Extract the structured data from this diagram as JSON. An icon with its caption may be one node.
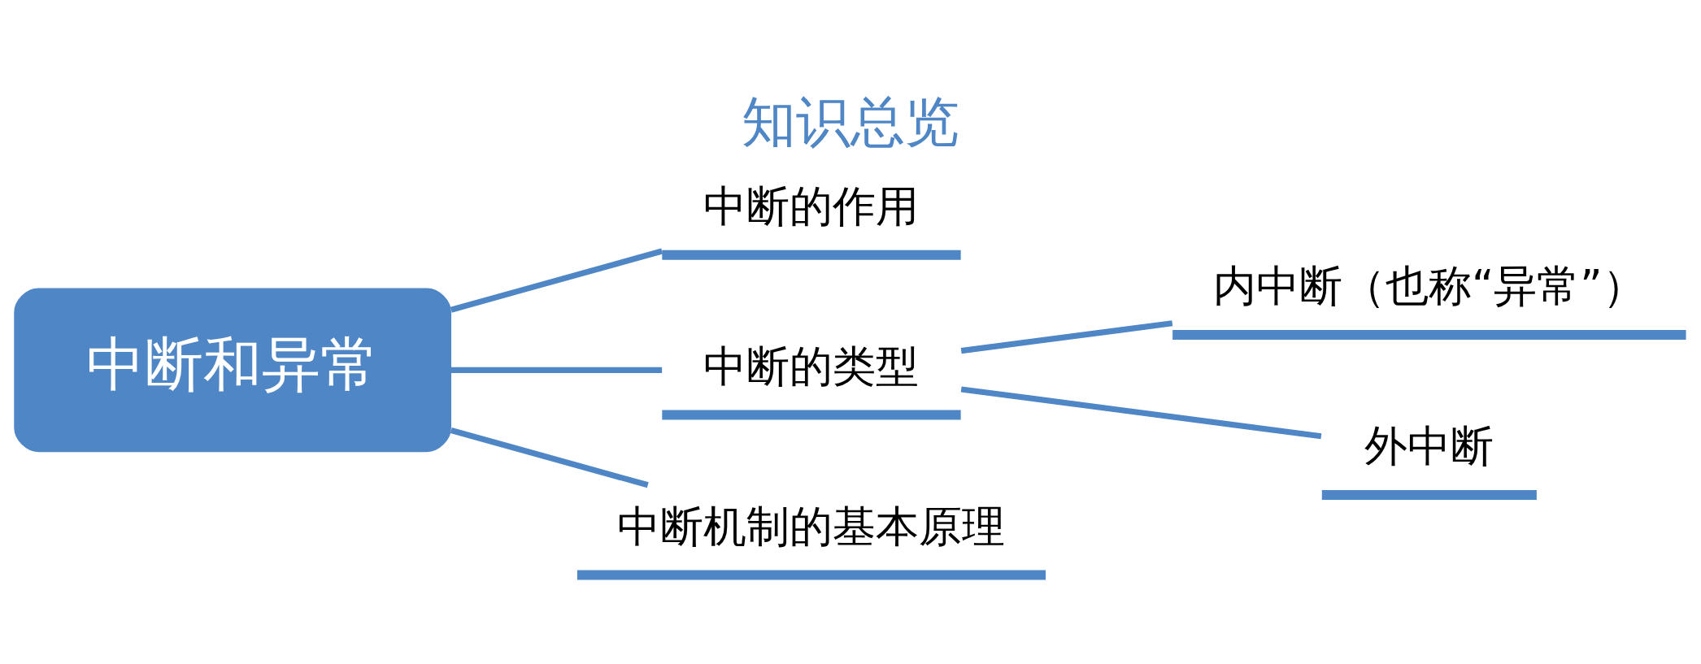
{
  "diagram": {
    "title": "知识总览",
    "nodes": [
      {
        "text": [
          "中断和异常"
        ]
      },
      {
        "text": [
          "中断的作用"
        ]
      },
      {
        "text": [
          "中断的类型"
        ]
      },
      {
        "text": [
          "中断机制的基本原理"
        ]
      },
      {
        "text": [
          "内中断（也称“异常”）"
        ]
      },
      {
        "text": [
          "外中断"
        ]
      }
    ],
    "edges": [
      {
        "from": 0,
        "to": 1,
        "arrow": "none"
      },
      {
        "from": 0,
        "to": 2,
        "arrow": "none"
      },
      {
        "from": 0,
        "to": 3,
        "arrow": "none"
      },
      {
        "from": 2,
        "to": 4,
        "arrow": "none"
      },
      {
        "from": 2,
        "to": 5,
        "arrow": "none"
      }
    ]
  }
}
